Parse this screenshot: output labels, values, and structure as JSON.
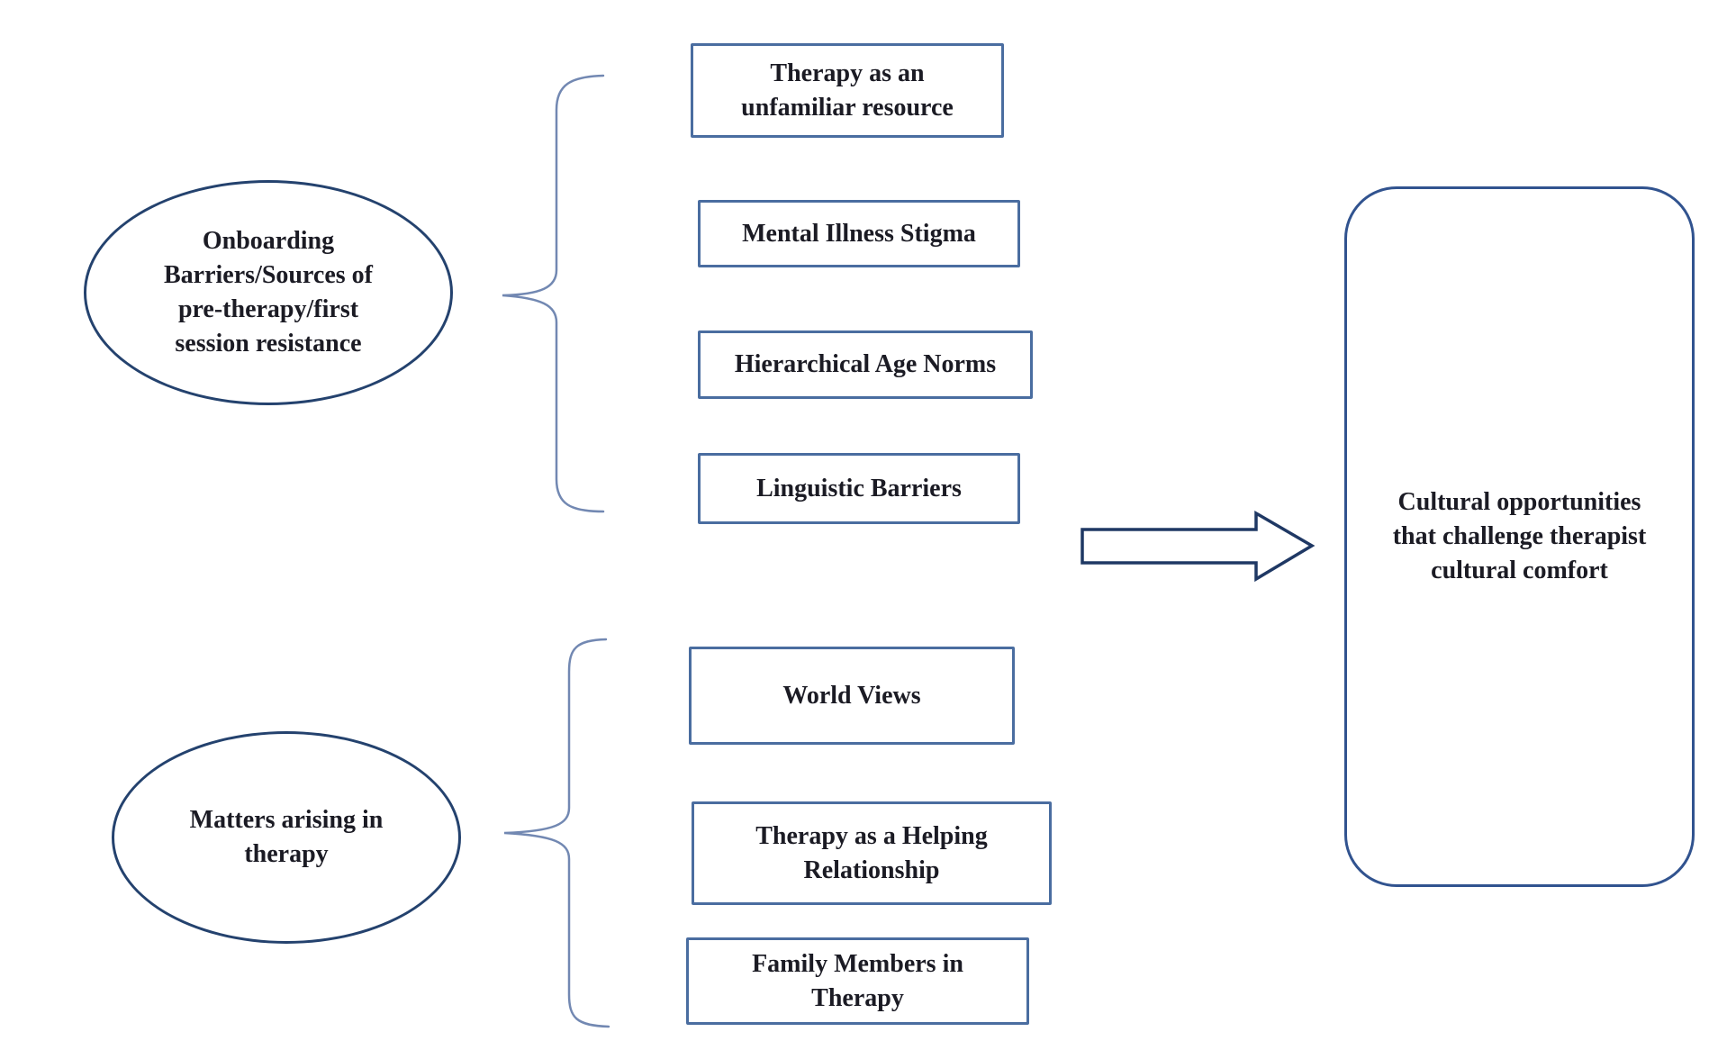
{
  "diagram": {
    "groups": [
      {
        "source": {
          "lines": [
            "Onboarding",
            "Barriers/Sources of",
            "pre-therapy/first",
            "session resistance"
          ]
        },
        "themes": [
          {
            "lines": [
              "Therapy as an",
              "unfamiliar resource"
            ]
          },
          {
            "lines": [
              "Mental Illness Stigma"
            ]
          },
          {
            "lines": [
              "Hierarchical Age Norms"
            ]
          },
          {
            "lines": [
              "Linguistic Barriers"
            ]
          }
        ]
      },
      {
        "source": {
          "lines": [
            "Matters arising in",
            "therapy"
          ]
        },
        "themes": [
          {
            "lines": [
              "World Views"
            ]
          },
          {
            "lines": [
              "Therapy as a Helping",
              "Relationship"
            ]
          },
          {
            "lines": [
              "Family Members in",
              "Therapy"
            ]
          }
        ]
      }
    ],
    "outcome": {
      "lines": [
        "Cultural opportunities",
        "that challenge therapist",
        "cultural comfort"
      ]
    },
    "colors": {
      "background": "#ffffff",
      "ellipse_border": "#24426e",
      "box_border": "#4a6da0",
      "brace_stroke": "#7288b2",
      "arrow_stroke": "#1f3864",
      "outcome_border": "#31538f",
      "text": "#1b1b24"
    }
  }
}
